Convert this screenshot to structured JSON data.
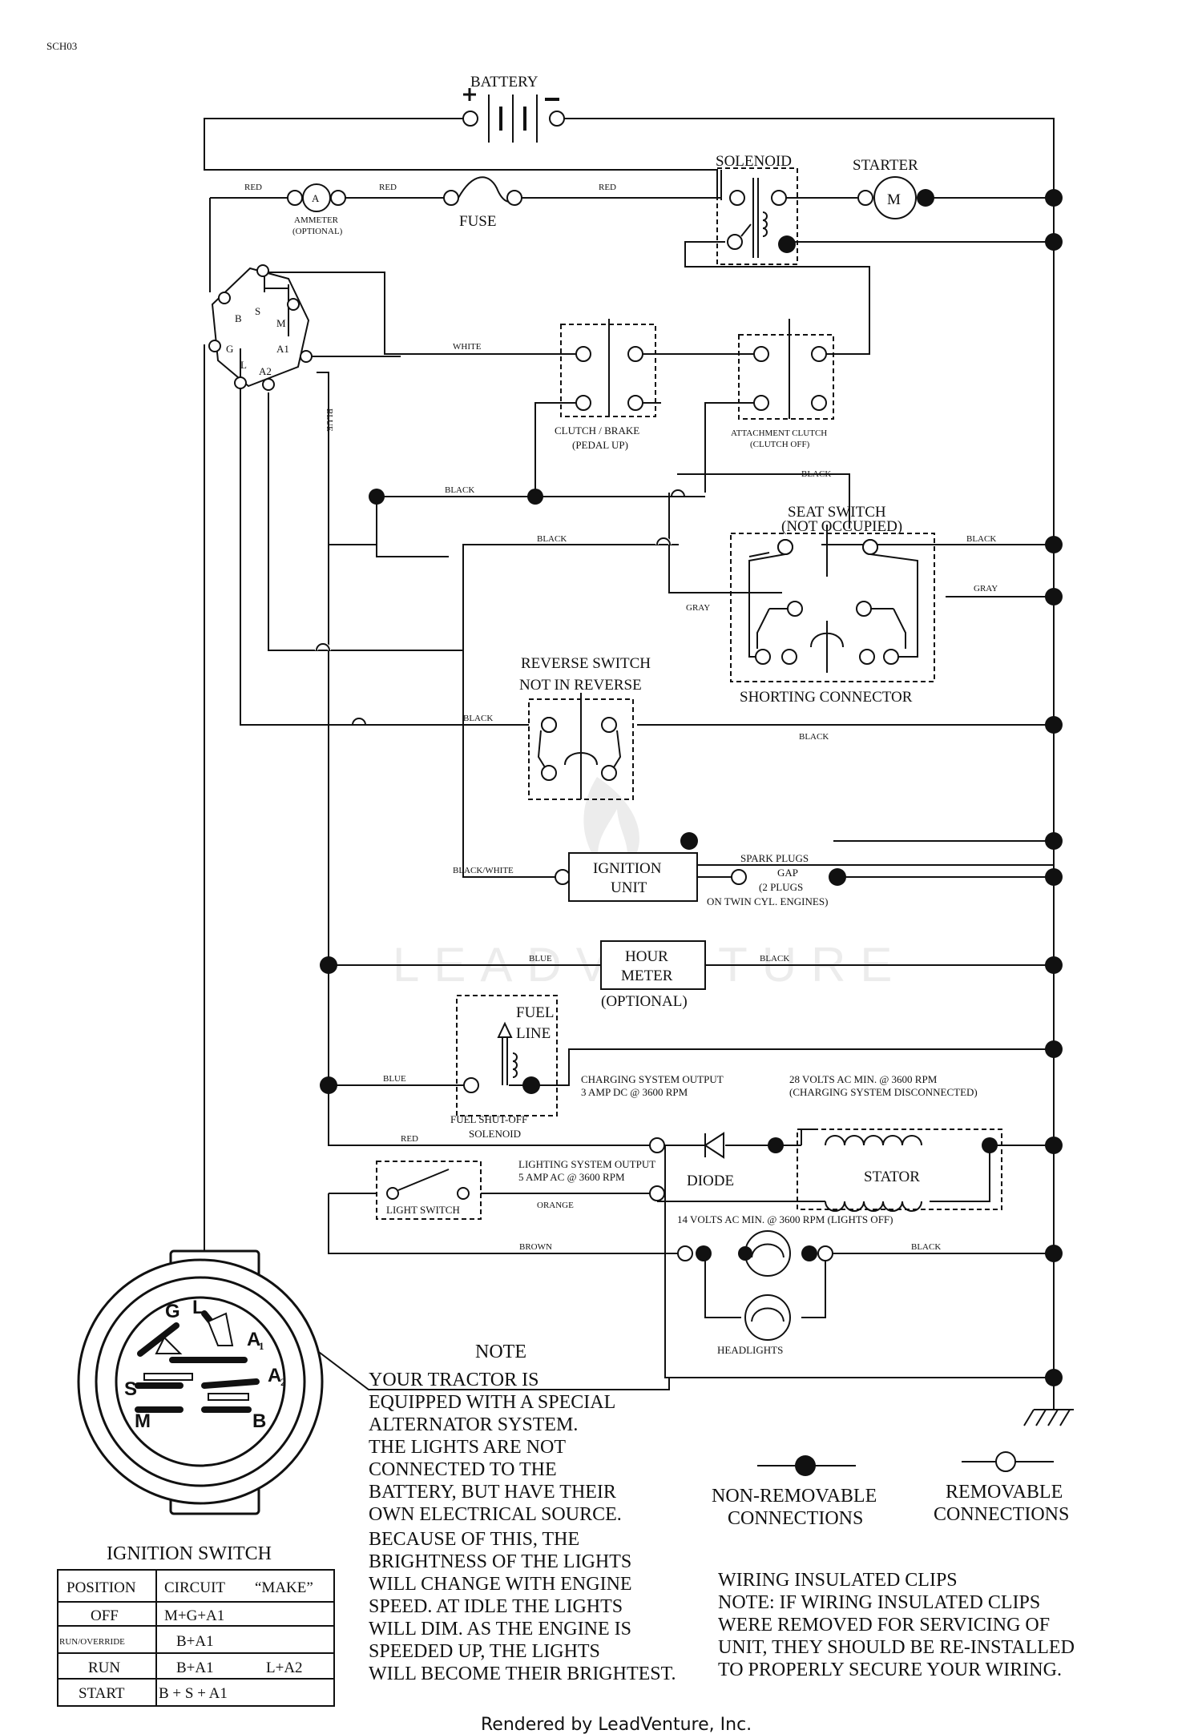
{
  "sheet_id": "SCH03",
  "watermark": "LEADVENTURE",
  "footer": "Rendered by LeadVenture, Inc.",
  "components": {
    "battery": "BATTERY",
    "solenoid": "SOLENOID",
    "starter": "STARTER",
    "starter_symbol": "M",
    "ammeter_symbol": "A",
    "ammeter_line1": "AMMETER",
    "ammeter_line2": "(OPTIONAL)",
    "fuse": "FUSE",
    "ignition_pins": [
      "B",
      "S",
      "M",
      "G",
      "A1",
      "L",
      "A2"
    ],
    "clutch_brake_line1": "CLUTCH / BRAKE",
    "clutch_brake_line2": "(PEDAL UP)",
    "attachment_clutch_line1": "ATTACHMENT CLUTCH",
    "attachment_clutch_line2": "(CLUTCH OFF)",
    "seat_switch_line1": "SEAT SWITCH",
    "seat_switch_line2": "(NOT OCCUPIED)",
    "shorting_connector": "SHORTING CONNECTOR",
    "reverse_switch_line1": "REVERSE SWITCH",
    "reverse_switch_line2": "NOT IN REVERSE",
    "ignition_unit_line1": "IGNITION",
    "ignition_unit_line2": "UNIT",
    "spark_plugs_line1": "SPARK PLUGS",
    "spark_plugs_line2": "GAP",
    "spark_plugs_line3": "(2 PLUGS",
    "spark_plugs_line4": "ON TWIN CYL. ENGINES)",
    "hour_meter_line1": "HOUR",
    "hour_meter_line2": "METER",
    "hour_meter_note": "(OPTIONAL)",
    "fuel_line_1": "FUEL",
    "fuel_line_2": "LINE",
    "fuel_solenoid_line1": "FUEL SHUT-OFF",
    "fuel_solenoid_line2": "SOLENOID",
    "charging_line1": "CHARGING SYSTEM OUTPUT",
    "charging_line2": "3 AMP DC @ 3600 RPM",
    "volts28_line1": "28 VOLTS AC MIN. @ 3600 RPM",
    "volts28_line2": "(CHARGING SYSTEM DISCONNECTED)",
    "lighting_line1": "LIGHTING SYSTEM OUTPUT",
    "lighting_line2": "5 AMP AC @ 3600 RPM",
    "diode": "DIODE",
    "stator": "STATOR",
    "light_switch": "LIGHT SWITCH",
    "volts14": "14 VOLTS AC MIN. @ 3600 RPM (LIGHTS OFF)",
    "headlights": "HEADLIGHTS"
  },
  "wires": {
    "red": "RED",
    "white": "WHITE",
    "blue": "BLUE",
    "black": "BLACK",
    "gray": "GRAY",
    "black_white": "BLACK/WHITE",
    "orange": "ORANGE",
    "brown": "BROWN"
  },
  "ignition_switch": {
    "title": "IGNITION SWITCH",
    "face_letters": [
      "G",
      "L",
      "A",
      "1",
      "S",
      "A",
      "2",
      "M",
      "B"
    ],
    "table_headers": [
      "POSITION",
      "CIRCUIT",
      "“MAKE”"
    ],
    "rows": [
      {
        "position": "OFF",
        "circuit": "M+G+A1",
        "extra": ""
      },
      {
        "position": "RUN/OVERRIDE",
        "circuit": "B+A1",
        "extra": ""
      },
      {
        "position": "RUN",
        "circuit": "B+A1",
        "extra": "L+A2"
      },
      {
        "position": "START",
        "circuit": "B + S + A1",
        "extra": ""
      }
    ]
  },
  "note": {
    "title": "NOTE",
    "lines": [
      "YOUR TRACTOR IS",
      "EQUIPPED WITH A SPECIAL",
      "ALTERNATOR SYSTEM.",
      "THE LIGHTS ARE NOT",
      "CONNECTED TO THE",
      "BATTERY, BUT HAVE THEIR",
      "OWN ELECTRICAL SOURCE.",
      "BECAUSE OF THIS, THE",
      "BRIGHTNESS OF THE LIGHTS",
      "WILL CHANGE WITH ENGINE",
      "SPEED.  AT IDLE THE LIGHTS",
      "WILL DIM.  AS THE ENGINE IS",
      "SPEEDED UP, THE LIGHTS",
      "WILL BECOME THEIR BRIGHTEST."
    ]
  },
  "legend": {
    "non_removable_line1": "NON-REMOVABLE",
    "non_removable_line2": "CONNECTIONS",
    "removable_line1": "REMOVABLE",
    "removable_line2": "CONNECTIONS"
  },
  "clips_note": {
    "lines": [
      "WIRING INSULATED CLIPS",
      "NOTE:  IF WIRING INSULATED CLIPS",
      "WERE REMOVED FOR SERVICING OF",
      "UNIT, THEY SHOULD BE RE-INSTALLED",
      "TO PROPERLY SECURE YOUR WIRING."
    ]
  }
}
